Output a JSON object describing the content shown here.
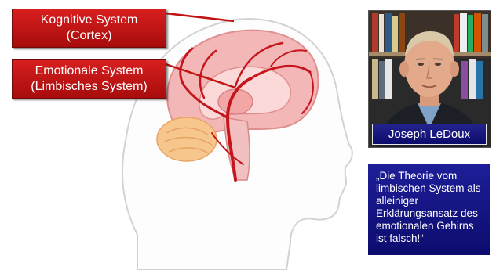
{
  "labels": {
    "cognitive_line1": "Kognitive System",
    "cognitive_line2": "(Cortex)",
    "emotional_line1": "Emotionale System",
    "emotional_line2": "(Limbisches System)"
  },
  "person": {
    "name": "Joseph LeDoux"
  },
  "quote": {
    "text": "„Die Theorie vom limbischen System als alleiniger Erklärungsansatz des emotionalen Gehirns ist falsch!“"
  },
  "colors": {
    "label_red": "#c01414",
    "quote_blue": "#15158a",
    "brain_pink": "#f4b7b7",
    "vessel_red": "#c4161c",
    "cerebellum_orange": "#f7c68d"
  }
}
